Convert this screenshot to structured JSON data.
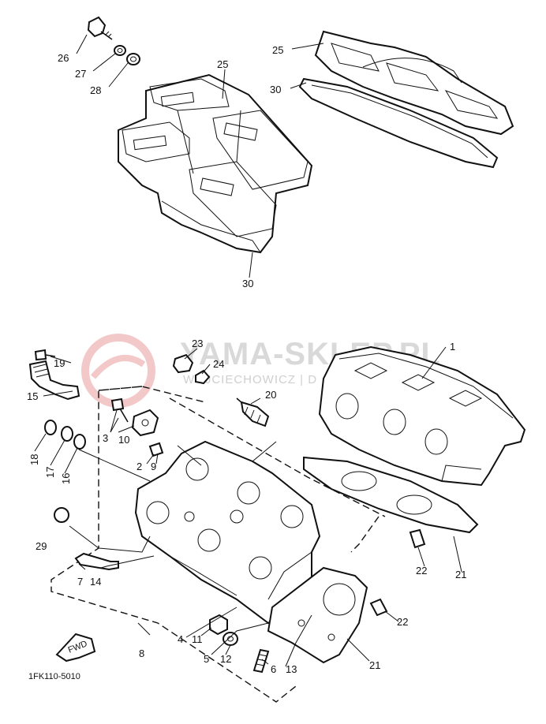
{
  "watermark": {
    "brand": "YAMA-SKLEP.PL",
    "sub": "WOJCIECHOWICZ | D"
  },
  "diagram_code": "1FK110-5010",
  "fwd_label": "FWD",
  "callouts": [
    "1",
    "2",
    "3",
    "4",
    "5",
    "6",
    "7",
    "8",
    "9",
    "10",
    "11",
    "12",
    "13",
    "14",
    "15",
    "16",
    "17",
    "18",
    "19",
    "20",
    "21",
    "21",
    "22",
    "22",
    "23",
    "24",
    "25",
    "25",
    "26",
    "27",
    "28",
    "29",
    "30",
    "30"
  ]
}
